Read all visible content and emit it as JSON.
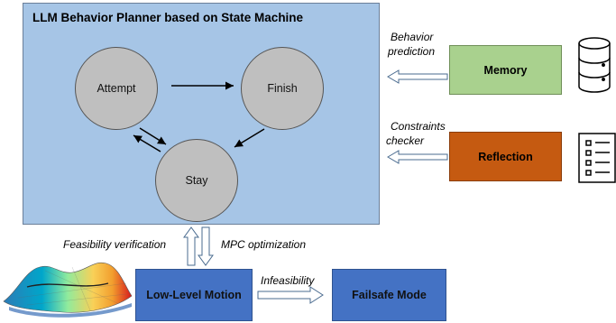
{
  "planner": {
    "title": "LLM Behavior Planner based on State Machine"
  },
  "states": {
    "attempt": "Attempt",
    "finish": "Finish",
    "stay": "Stay"
  },
  "modules": {
    "memory": "Memory",
    "reflection": "Reflection",
    "low_level": "Low-Level Motion",
    "failsafe": "Failsafe Mode"
  },
  "labels": {
    "behavior_line1": "Behavior",
    "behavior_line2": "prediction",
    "constraints_line1": "Constraints",
    "constraints_line2": "checker",
    "feasibility": "Feasibility verification",
    "mpc": "MPC optimization",
    "infeasibility": "Infeasibility"
  },
  "icons": [
    "database-icon",
    "checklist-icon",
    "terrain-surface-icon"
  ],
  "colors": {
    "planner_bg": "#a6c5e6",
    "state_fill": "#bfbfbf",
    "memory": "#a9d18e",
    "reflection": "#c55a11",
    "motion": "#4472c4"
  }
}
